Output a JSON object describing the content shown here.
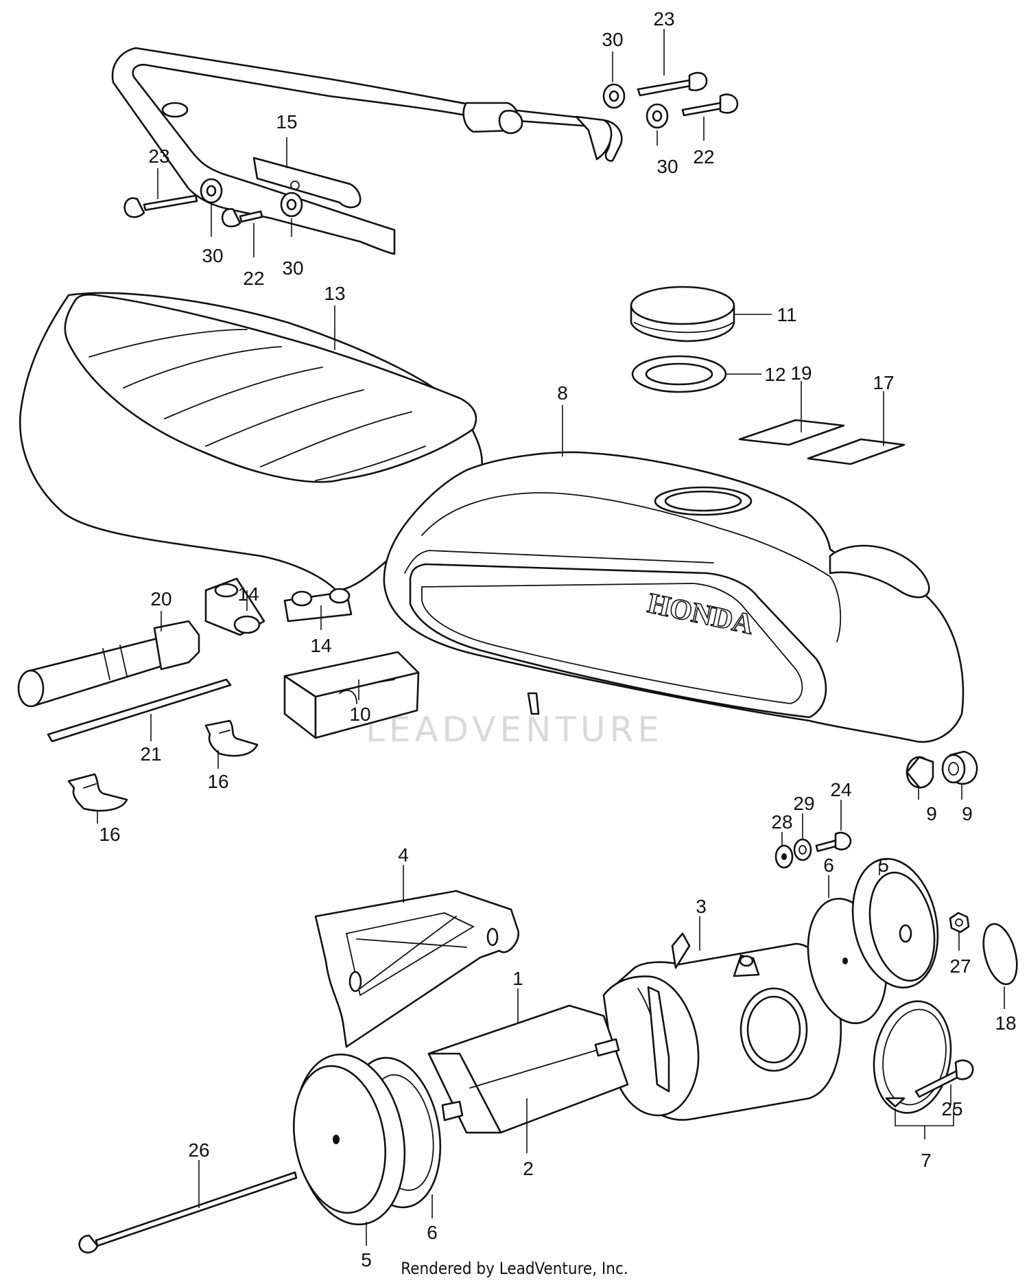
{
  "watermark": "LEADVENTURE",
  "tank_brand": "HONDA",
  "footer": "Rendered by LeadVenture, Inc.",
  "callouts": [
    {
      "id": "c30a",
      "text": "30"
    },
    {
      "id": "c23a",
      "text": "23"
    },
    {
      "id": "c30b",
      "text": "30"
    },
    {
      "id": "c22a",
      "text": "22"
    },
    {
      "id": "c15",
      "text": "15"
    },
    {
      "id": "c23b",
      "text": "23"
    },
    {
      "id": "c30c",
      "text": "30"
    },
    {
      "id": "c22b",
      "text": "22"
    },
    {
      "id": "c30d",
      "text": "30"
    },
    {
      "id": "c13",
      "text": "13"
    },
    {
      "id": "c11",
      "text": "11"
    },
    {
      "id": "c12",
      "text": "12"
    },
    {
      "id": "c19",
      "text": "19"
    },
    {
      "id": "c17",
      "text": "17"
    },
    {
      "id": "c8",
      "text": "8"
    },
    {
      "id": "c20",
      "text": "20"
    },
    {
      "id": "c14a",
      "text": "14"
    },
    {
      "id": "c14b",
      "text": "14"
    },
    {
      "id": "c10",
      "text": "10"
    },
    {
      "id": "c21",
      "text": "21"
    },
    {
      "id": "c16a",
      "text": "16"
    },
    {
      "id": "c16b",
      "text": "16"
    },
    {
      "id": "c9a",
      "text": "9"
    },
    {
      "id": "c9b",
      "text": "9"
    },
    {
      "id": "c29",
      "text": "29"
    },
    {
      "id": "c24",
      "text": "24"
    },
    {
      "id": "c28",
      "text": "28"
    },
    {
      "id": "c4",
      "text": "4"
    },
    {
      "id": "c6a",
      "text": "6"
    },
    {
      "id": "c5a",
      "text": "5"
    },
    {
      "id": "c3",
      "text": "3"
    },
    {
      "id": "c27",
      "text": "27"
    },
    {
      "id": "c18",
      "text": "18"
    },
    {
      "id": "c1",
      "text": "1"
    },
    {
      "id": "c25",
      "text": "25"
    },
    {
      "id": "c7",
      "text": "7"
    },
    {
      "id": "c2",
      "text": "2"
    },
    {
      "id": "c26",
      "text": "26"
    },
    {
      "id": "c6b",
      "text": "6"
    },
    {
      "id": "c5b",
      "text": "5"
    }
  ]
}
